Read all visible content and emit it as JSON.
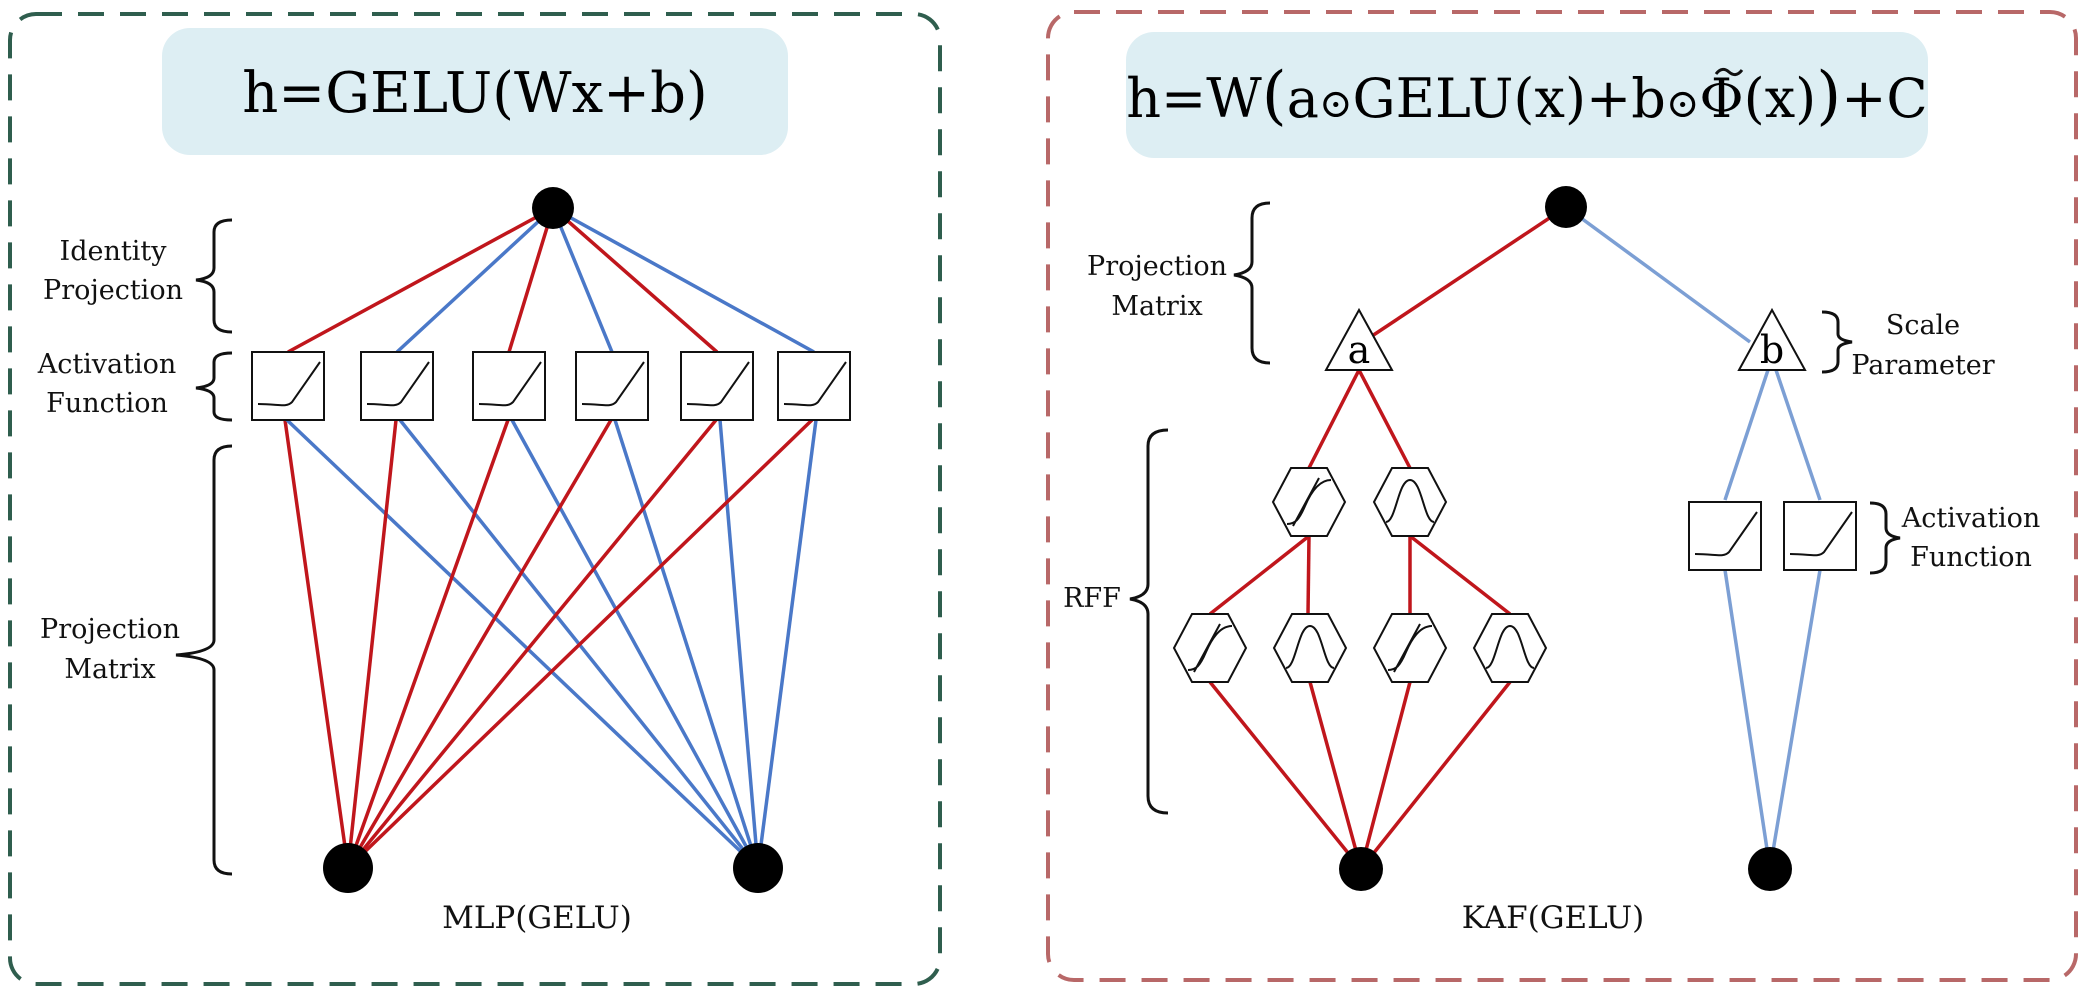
{
  "colors": {
    "red": "#c0161c",
    "blue": "#4a78c8",
    "light_blue": "#7c9fd4",
    "left_frame": "#2f5e4e",
    "right_frame": "#b86868",
    "formula_bg": "#ddeef3"
  },
  "left": {
    "formula": "h=GELU(Wx+b)",
    "labels": {
      "identity_projection": [
        "Identity",
        "Projection"
      ],
      "activation_function": [
        "Activation",
        "Function"
      ],
      "projection_matrix": [
        "Projection",
        "Matrix"
      ]
    },
    "caption": "MLP(GELU)"
  },
  "right": {
    "formula": {
      "p1": "h=W",
      "p2": "a",
      "p3": "GELU(x)+b",
      "p4": "Φ",
      "p5": "(x)",
      "p6": "+C"
    },
    "node_a": "a",
    "node_b": "b",
    "labels": {
      "projection_matrix": [
        "Projection",
        "Matrix"
      ],
      "scale_parameter": [
        "Scale",
        "Parameter"
      ],
      "rff": "RFF",
      "activation_function": [
        "Activation",
        "Function"
      ]
    },
    "caption": "KAF(GELU)"
  }
}
